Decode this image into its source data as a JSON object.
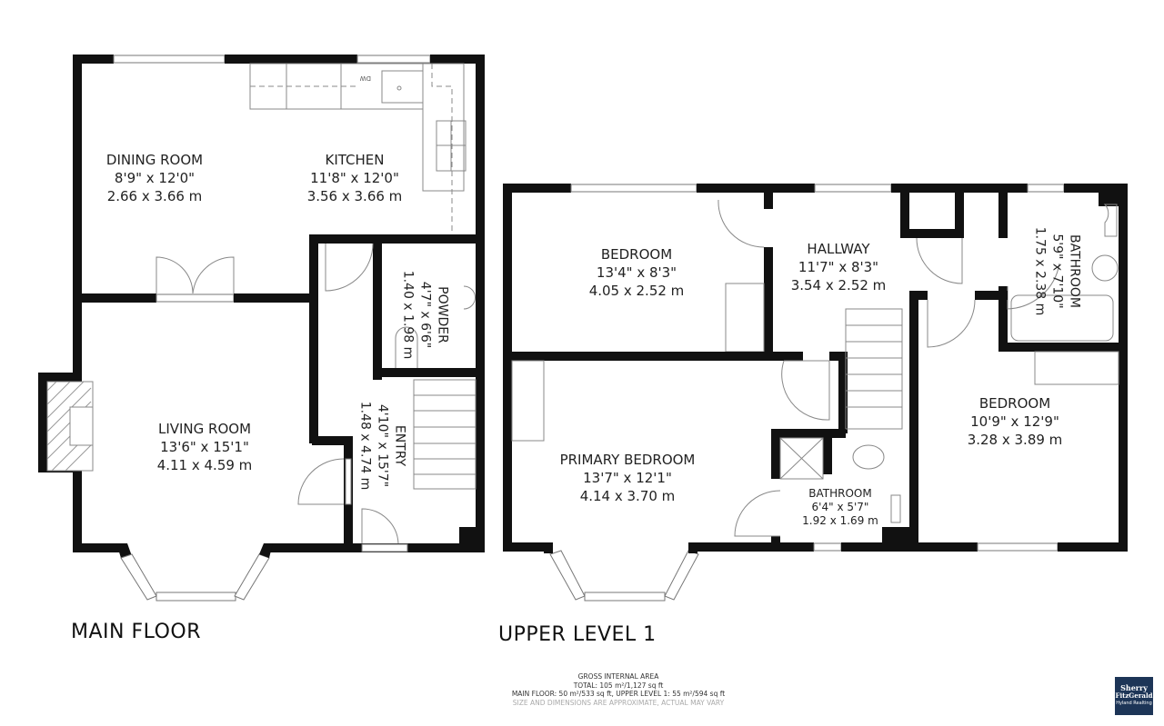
{
  "floors": [
    {
      "title": "MAIN FLOOR",
      "rooms": [
        {
          "name": "DINING ROOM",
          "imperial": "8'9\" x 12'0\"",
          "metric": "2.66 x 3.66 m"
        },
        {
          "name": "KITCHEN",
          "imperial": "11'8\" x 12'0\"",
          "metric": "3.56 x 3.66 m"
        },
        {
          "name": "POWDER",
          "imperial": "4'7\" x 6'6\"",
          "metric": "1.40 x 1.98 m"
        },
        {
          "name": "LIVING ROOM",
          "imperial": "13'6\" x 15'1\"",
          "metric": "4.11 x 4.59 m"
        },
        {
          "name": "ENTRY",
          "imperial": "4'10\" x 15'7\"",
          "metric": "1.48 x 4.74 m"
        }
      ],
      "fixture_labels": {
        "dishwasher": "DW"
      }
    },
    {
      "title": "UPPER LEVEL 1",
      "rooms": [
        {
          "name": "BEDROOM",
          "imperial": "13'4\" x 8'3\"",
          "metric": "4.05 x 2.52 m"
        },
        {
          "name": "HALLWAY",
          "imperial": "11'7\" x 8'3\"",
          "metric": "3.54 x 2.52 m"
        },
        {
          "name": "BATHROOM",
          "imperial": "5'9\" x 7'10\"",
          "metric": "1.75 x 2.38 m"
        },
        {
          "name": "PRIMARY BEDROOM",
          "imperial": "13'7\" x 12'1\"",
          "metric": "4.14 x 3.70 m"
        },
        {
          "name": "BATHROOM",
          "imperial": "6'4\" x 5'7\"",
          "metric": "1.92 x 1.69 m"
        },
        {
          "name": "BEDROOM",
          "imperial": "10'9\" x 12'9\"",
          "metric": "3.28 x 3.89 m"
        }
      ]
    }
  ],
  "area_summary": {
    "heading": "GROSS INTERNAL AREA",
    "total": "TOTAL: 105 m²/1,127 sq ft",
    "breakdown": "MAIN FLOOR: 50 m²/533 sq ft, UPPER LEVEL 1: 55 m²/594 sq ft",
    "disclaimer": "SIZE AND DIMENSIONS ARE APPROXIMATE, ACTUAL MAY VARY"
  },
  "brand": {
    "line1": "Sherry",
    "line2": "FitzGerald",
    "line3": "Hyland Realting",
    "color": "#1d3557"
  }
}
